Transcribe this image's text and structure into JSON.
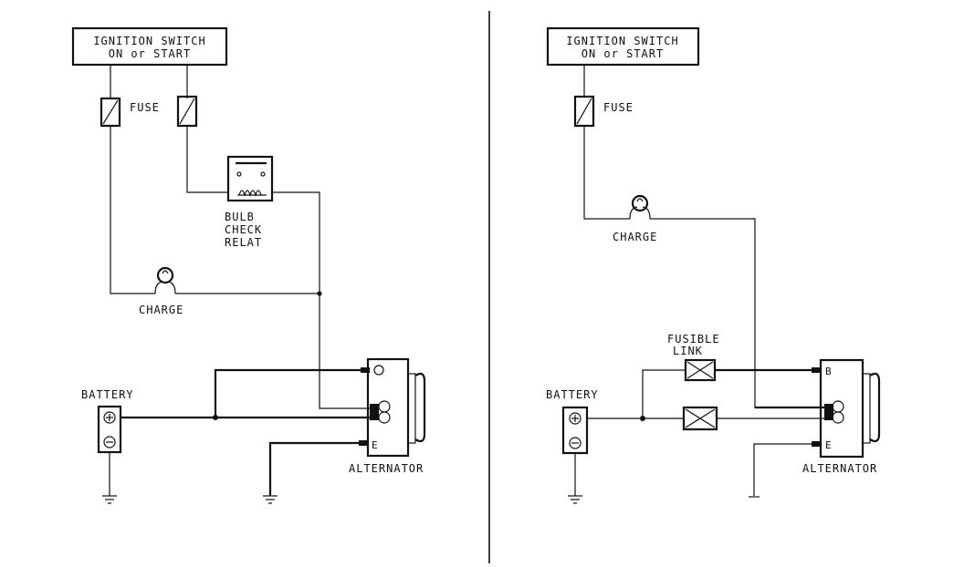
{
  "left": {
    "switch_line1": "IGNITION SWITCH",
    "switch_line2": "ON or START",
    "fuse": "FUSE",
    "relay_line1": "BULB",
    "relay_line2": "CHECK",
    "relay_line3": "RELAT",
    "charge": "CHARGE",
    "battery": "BATTERY",
    "alternator": "ALTERNATOR",
    "terminal_e": "E"
  },
  "right": {
    "switch_line1": "IGNITION SWITCH",
    "switch_line2": "ON or START",
    "fuse": "FUSE",
    "charge": "CHARGE",
    "fusible_line1": "FUSIBLE",
    "fusible_line2": "LINK",
    "battery": "BATTERY",
    "alternator": "ALTERNATOR",
    "terminal_b": "B",
    "terminal_e": "E"
  },
  "colors": {
    "line": "#111111",
    "background": "#ffffff"
  }
}
